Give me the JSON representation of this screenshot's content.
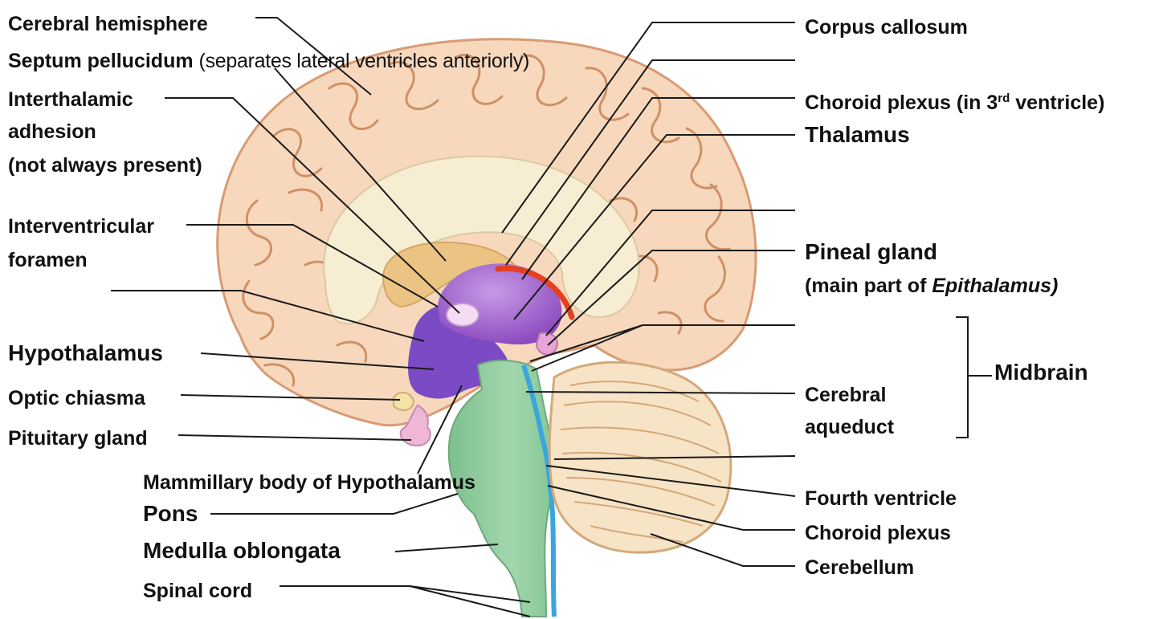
{
  "labels": {
    "cerebral_hemisphere": "Cerebral hemisphere",
    "septum_pellucidum": "Septum pellucidum",
    "septum_note": "(separates lateral ventricles anteriorly)",
    "interthalamic_1": "Interthalamic",
    "interthalamic_2": "adhesion",
    "interthalamic_3": "(not always present)",
    "interventricular_1": "Interventricular",
    "interventricular_2": "foramen",
    "hypothalamus": "Hypothalamus",
    "optic_chiasma": "Optic chiasma",
    "pituitary_gland": "Pituitary gland",
    "mammillary_body": "Mammillary body of Hypothalamus",
    "pons": "Pons",
    "medulla_oblongata": "Medulla oblongata",
    "spinal_cord": "Spinal cord",
    "corpus_callosum": "Corpus callosum",
    "choroid_plexus_3rd_a": "Choroid plexus (in 3",
    "choroid_plexus_3rd_sup": "rd",
    "choroid_plexus_3rd_b": " ventricle)",
    "thalamus": "Thalamus",
    "pineal_gland": "Pineal gland",
    "pineal_note_a": "(main part of ",
    "pineal_note_italic": "Epithalamus",
    "pineal_note_b": ")",
    "midbrain": "Midbrain",
    "cerebral_aqueduct_1": "Cerebral",
    "cerebral_aqueduct_2": "aqueduct",
    "fourth_ventricle": "Fourth ventricle",
    "choroid_plexus": "Choroid plexus",
    "cerebellum": "Cerebellum"
  },
  "colors": {
    "cerebrum_fill": "#f7d8bd",
    "cerebrum_outline": "#d99b74",
    "cerebrum_sulci": "#cf9066",
    "corpus_callosum": "#f6edd2",
    "lateral_ventricle": "#ebc483",
    "thalamus_purple": "#9b58c8",
    "hypothalamus_purple": "#7a4bc4",
    "choroid_red": "#e3411f",
    "pituitary_pink": "#f0b6d6",
    "brainstem_green": "#8fcc9c",
    "aqueduct_blue": "#3aa6dd",
    "cerebellum_fill": "#f7e4c6",
    "cerebellum_outline": "#d5a87a"
  }
}
